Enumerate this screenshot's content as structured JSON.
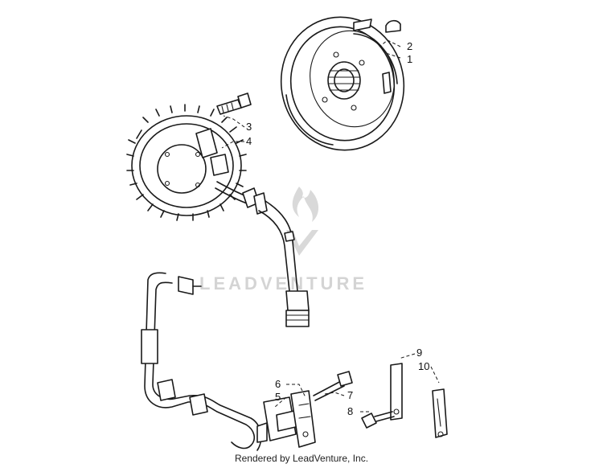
{
  "callouts": {
    "c1": "1",
    "c2": "2",
    "c3": "3",
    "c4": "4",
    "c5": "5",
    "c6": "6",
    "c7": "7",
    "c8": "8",
    "c9": "9",
    "c10": "10"
  },
  "watermark": {
    "text": "LEADVENTURE"
  },
  "footer": {
    "rendered_by": "Rendered by LeadVenture, Inc."
  }
}
